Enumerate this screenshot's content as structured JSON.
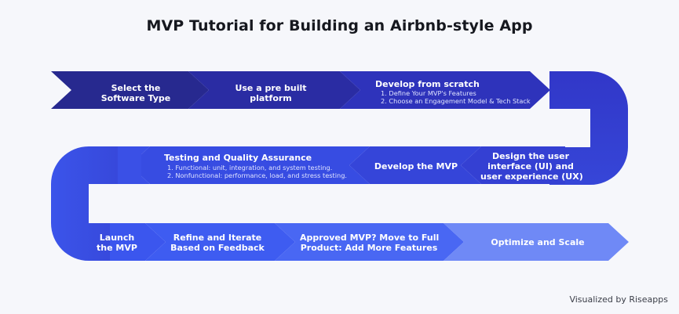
{
  "title": "MVP Tutorial for Building an Airbnb-style App",
  "colors": {
    "darkest": "#2a2a9e",
    "dark": "#2f33bf",
    "mid": "#3a4ae0",
    "bright": "#3a59ef",
    "light": "#5a7cf6",
    "lightest": "#7b93f7"
  },
  "steps": {
    "select_software": {
      "label": "Select the\nSoftware Type"
    },
    "prebuilt": {
      "label": "Use a pre built\nplatform"
    },
    "scratch": {
      "label": "Develop from scratch",
      "items": [
        "1. Define Your MVP's Features",
        "2. Choose an Engagement Model & Tech Stack"
      ]
    },
    "design": {
      "label": "Design the user\ninterface (UI) and\nuser experience (UX)"
    },
    "develop": {
      "label": "Develop the MVP"
    },
    "testing": {
      "label": "Testing and Quality Assurance",
      "items": [
        "1. Functional: unit, integration, and system testing.",
        "2. Nonfunctional: performance, load, and stress testing."
      ]
    },
    "launch": {
      "label": "Launch\nthe MVP"
    },
    "refine": {
      "label": "Refine and Iterate\nBased on Feedback"
    },
    "approved": {
      "label": "Approved MVP? Move to Full\nProduct: Add More Features"
    },
    "optimize": {
      "label": "Optimize and Scale"
    }
  },
  "footer": {
    "prefix": "Visualized by",
    "brand": "Riseapps"
  }
}
